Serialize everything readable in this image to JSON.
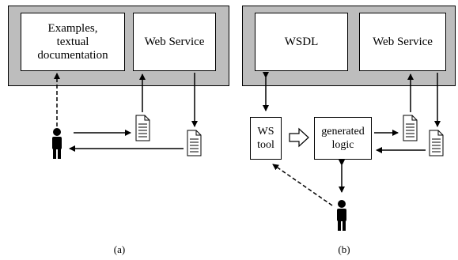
{
  "panel_a": {
    "docs_box": {
      "lines": [
        "Examples,",
        "textual",
        "documentation"
      ]
    },
    "service_box": {
      "label": "Web Service"
    },
    "caption": "(a)"
  },
  "panel_b": {
    "wsdl_box": {
      "label": "WSDL"
    },
    "service_box": {
      "label": "Web Service"
    },
    "ws_tool_box": {
      "lines": [
        "WS",
        "tool"
      ]
    },
    "logic_box": {
      "lines": [
        "generated",
        "logic"
      ]
    },
    "caption": "(b)"
  }
}
